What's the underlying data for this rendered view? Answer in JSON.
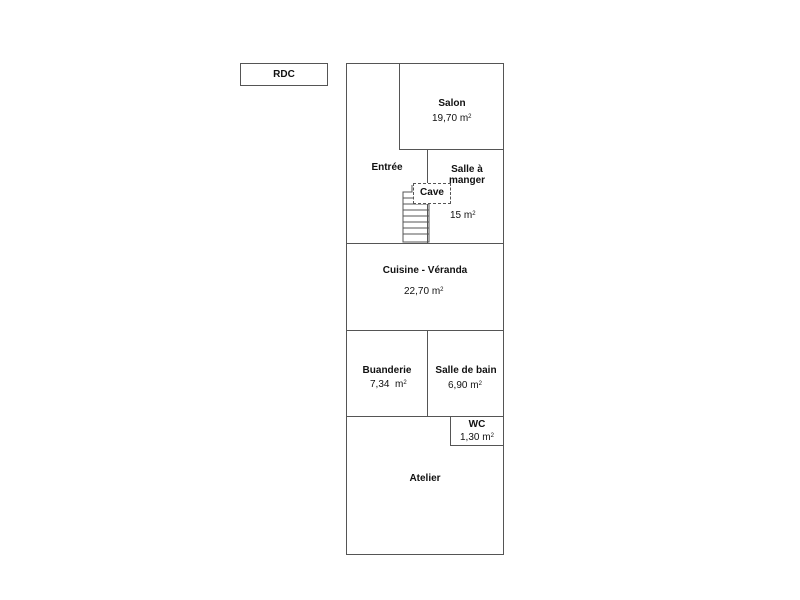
{
  "level_label": "RDC",
  "area_unit": "m",
  "area_exponent": "2",
  "rooms": {
    "salon": {
      "name": "Salon",
      "area": "19,70"
    },
    "entree": {
      "name": "Entrée"
    },
    "salle_a_manger": {
      "name_line1": "Salle à",
      "name_line2": "manger",
      "area": "15"
    },
    "cave": {
      "name": "Cave"
    },
    "cuisine": {
      "name": "Cuisine - Véranda",
      "area": "22,70"
    },
    "buanderie": {
      "name": "Buanderie",
      "area": "7,34"
    },
    "salle_de_bain": {
      "name": "Salle de bain",
      "area": "6,90"
    },
    "wc": {
      "name": "WC",
      "area": "1,30"
    },
    "atelier": {
      "name": "Atelier"
    }
  }
}
